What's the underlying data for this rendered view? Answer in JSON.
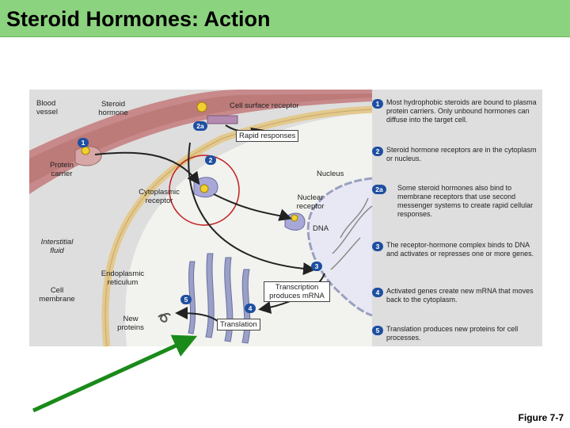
{
  "title": "Steroid Hormones: Action",
  "figure": "Figure 7-7",
  "labels": {
    "blood_vessel": "Blood vessel",
    "steroid_hormone": "Steroid hormone",
    "cell_surface_receptor": "Cell surface receptor",
    "rapid_responses": "Rapid responses",
    "protein_carrier": "Protein carrier",
    "nucleus": "Nucleus",
    "cytoplasmic_receptor": "Cytoplasmic receptor",
    "nuclear_receptor": "Nuclear receptor",
    "dna": "DNA",
    "interstitial_fluid": "Interstitial fluid",
    "endoplasmic_reticulum": "Endoplasmic reticulum",
    "cell_membrane": "Cell membrane",
    "transcription": "Transcription produces mRNA",
    "new_proteins": "New proteins",
    "translation": "Translation"
  },
  "step_badges": {
    "s1a": "1",
    "s1b": "1",
    "s2": "2",
    "s2a": "2a",
    "s3": "3",
    "s4": "4",
    "s5": "5"
  },
  "key_steps": [
    {
      "num": "1",
      "text": "Most hydrophobic steroids are bound to plasma protein carriers. Only unbound hormones can diffuse into the target cell."
    },
    {
      "num": "2",
      "text": "Steroid hormone receptors are in the cytoplasm or nucleus."
    },
    {
      "num": "2a",
      "text": "Some steroid hormones also bind to membrane receptors that use second messenger systems to create rapid cellular responses."
    },
    {
      "num": "3",
      "text": "The receptor-hormone complex binds to DNA and activates or represses one or more genes."
    },
    {
      "num": "4",
      "text": "Activated genes create new mRNA that moves back to the cytoplasm."
    },
    {
      "num": "5",
      "text": "Translation produces new proteins for cell processes."
    }
  ],
  "colors": {
    "title_bar": "#8cd37f",
    "panel": "#dedede",
    "step_badge": "#1e4fa0",
    "blood_vessel": "#b4706e",
    "pointer_arrow": "#1a8a1a"
  }
}
